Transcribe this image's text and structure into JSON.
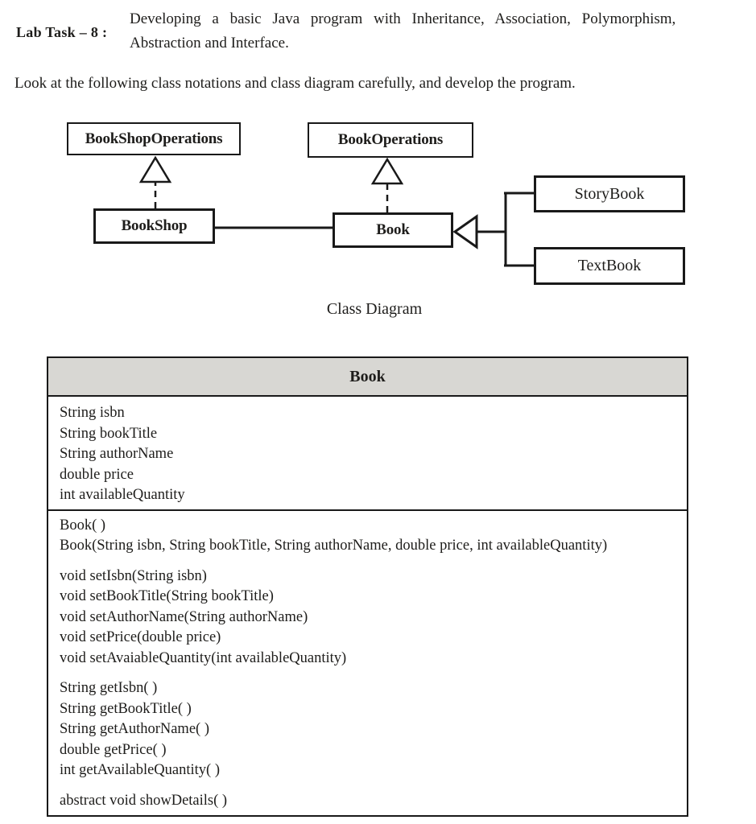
{
  "header": {
    "task_label": "Lab Task – 8 :",
    "description_line1": "Developing a basic Java program with Inheritance, Association, Polymorphism,",
    "description_line2": "Abstraction and Interface.",
    "instruction": "Look at the following class notations and class diagram carefully, and develop the program."
  },
  "diagram": {
    "caption": "Class Diagram",
    "boxes": {
      "bookshopoperations": "BookShopOperations",
      "bookoperations": "BookOperations",
      "bookshop": "BookShop",
      "book": "Book",
      "storybook": "StoryBook",
      "textbook": "TextBook"
    },
    "relationships": [
      {
        "type": "realization",
        "from": "BookShop",
        "to": "BookShopOperations"
      },
      {
        "type": "realization",
        "from": "Book",
        "to": "BookOperations"
      },
      {
        "type": "association",
        "from": "BookShop",
        "to": "Book"
      },
      {
        "type": "generalization",
        "from": "StoryBook",
        "to": "Book"
      },
      {
        "type": "generalization",
        "from": "TextBook",
        "to": "Book"
      }
    ]
  },
  "uml_class": {
    "name": "Book",
    "attributes": [
      "String isbn",
      "String bookTitle",
      "String authorName",
      "double price",
      "int availableQuantity"
    ],
    "method_groups": [
      [
        "Book( )",
        "Book(String isbn, String bookTitle, String authorName, double price, int availableQuantity)"
      ],
      [
        "void setIsbn(String isbn)",
        "void setBookTitle(String bookTitle)",
        "void setAuthorName(String authorName)",
        "void setPrice(double price)",
        "void setAvaiableQuantity(int availableQuantity)"
      ],
      [
        "String getIsbn( )",
        "String getBookTitle( )",
        "String getAuthorName( )",
        "double getPrice( )",
        "int getAvailableQuantity( )"
      ],
      [
        "abstract void showDetails( )"
      ]
    ]
  },
  "colors": {
    "background": "#ffffff",
    "text": "#1e1d1b",
    "line": "#191919",
    "uml_header_fill": "#d8d7d3"
  }
}
